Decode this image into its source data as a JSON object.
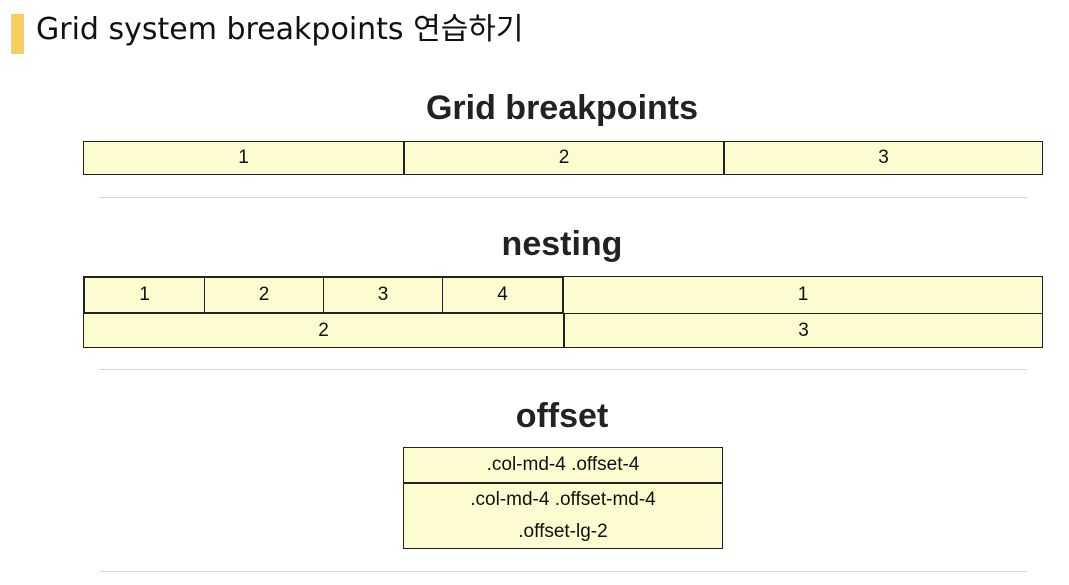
{
  "slide": {
    "title": "Grid system breakpoints 연습하기",
    "accent_color": "#f7cf5c",
    "cell_color": "#fdfcd0"
  },
  "grid_breakpoints": {
    "heading": "Grid breakpoints",
    "cells": [
      "1",
      "2",
      "3"
    ]
  },
  "nesting": {
    "heading": "nesting",
    "inner_cells": [
      "1",
      "2",
      "3",
      "4"
    ],
    "top_right": "1",
    "bottom_left": "2",
    "bottom_right": "3"
  },
  "offset": {
    "heading": "offset",
    "row1": ".col-md-4 .offset-4",
    "row2_line1": ".col-md-4 .offset-md-4",
    "row2_line2": ".offset-lg-2"
  }
}
